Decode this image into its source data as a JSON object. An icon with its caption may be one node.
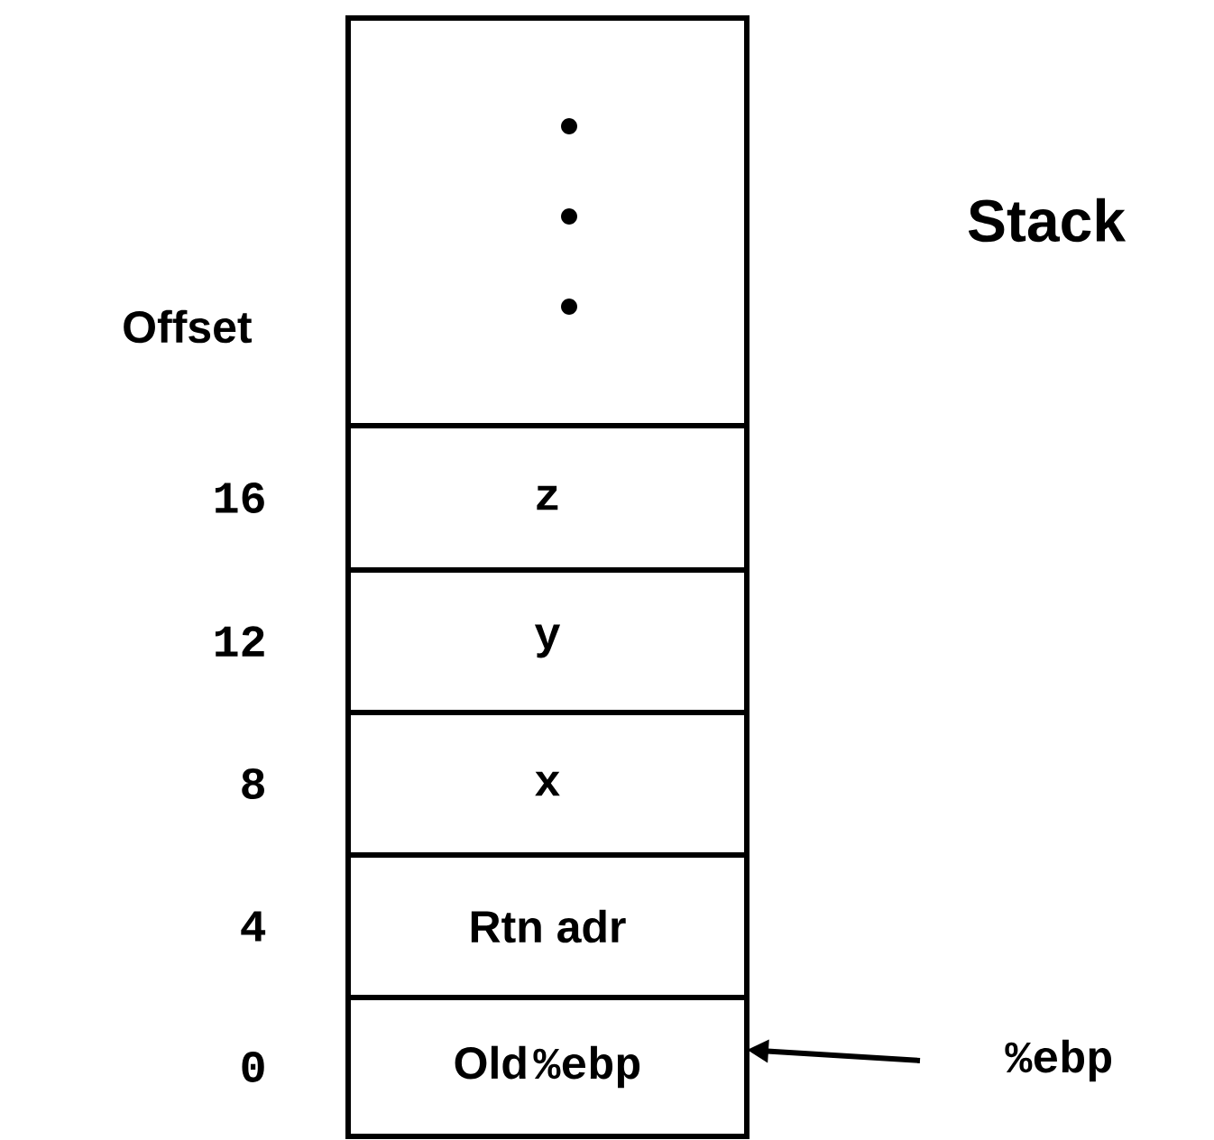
{
  "diagram": {
    "title": "Stack",
    "nodes": [
      {
        "text": [],
        "shape": "box"
      },
      {
        "text": [
          "z"
        ],
        "beside": [
          "16"
        ]
      },
      {
        "text": [
          "y"
        ],
        "beside": [
          "12"
        ]
      },
      {
        "text": [
          "x"
        ],
        "beside": [
          "8"
        ]
      },
      {
        "text": [
          "Rtn adr"
        ],
        "beside": [
          "4"
        ]
      },
      {
        "text": [
          "Old",
          "%ebp"
        ],
        "beside": [
          "0"
        ]
      },
      {
        "text": [
          "%ebp"
        ]
      }
    ],
    "edges": [
      {
        "from": 6,
        "to": 5,
        "arrow": "to"
      }
    ],
    "labels": [
      "Offset"
    ]
  }
}
